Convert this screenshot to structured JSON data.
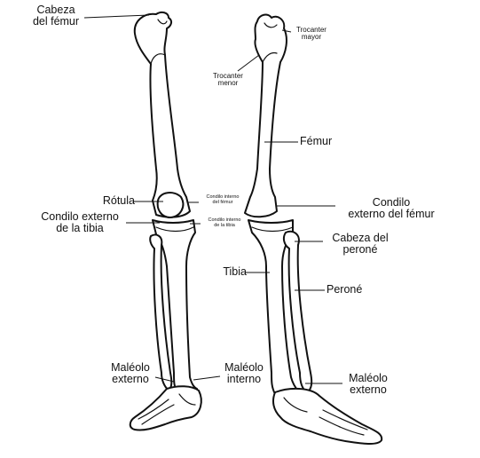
{
  "labels": {
    "cabeza_femur": "Cabeza\ndel fémur",
    "trocanter_mayor": "Trocanter\nmayor",
    "trocanter_menor": "Trocanter\nmenor",
    "femur": "Fémur",
    "rotula": "Rótula",
    "condilo_interno_femur": "Condilo interno\ndel fémur",
    "condilo_externo_femur": "Condilo\nexterno del fémur",
    "condilo_externo_tibia": "Condilo externo\nde la tibia",
    "condilo_interno_tibia": "Condilo interno\nde la tibia",
    "cabeza_perone": "Cabeza del\nperoné",
    "tibia": "Tibia",
    "perone": "Peroné",
    "maleolo_externo_left": "Maléolo\nexterno",
    "maleolo_interno": "Maléolo\ninterno",
    "maleolo_externo_right": "Maléolo\nexterno"
  },
  "colors": {
    "ink": "#111111",
    "paper": "#ffffff"
  }
}
